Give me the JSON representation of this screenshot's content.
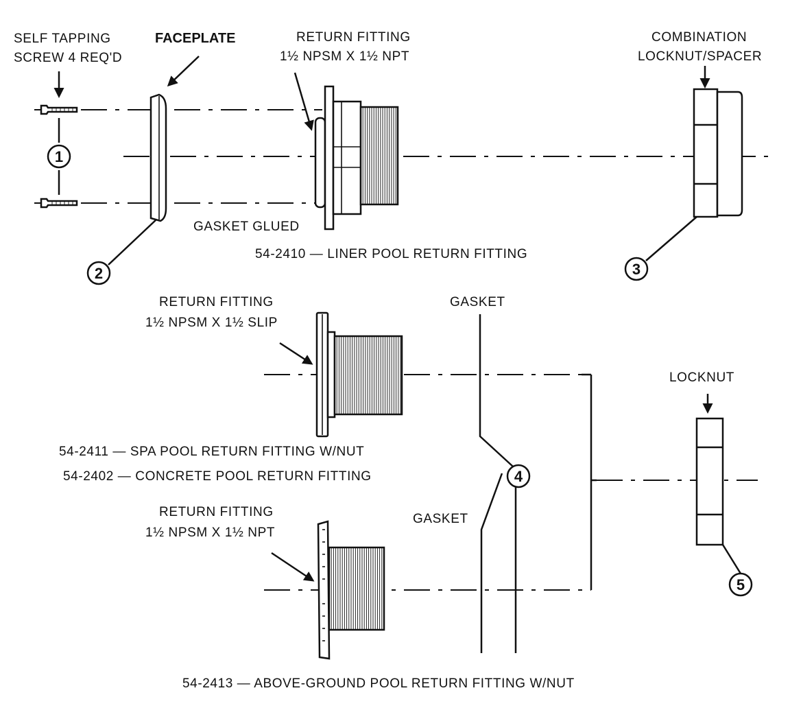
{
  "labels": {
    "self_tapping_1": "SELF TAPPING",
    "self_tapping_2": "SCREW 4 REQ'D",
    "faceplate": "FACEPLATE",
    "return_fitting_top_1": "RETURN FITTING",
    "return_fitting_top_2": "1½ NPSM X 1½ NPT",
    "combination_1": "COMBINATION",
    "combination_2": "LOCKNUT/SPACER",
    "gasket_glued": "GASKET GLUED",
    "caption_2410": "54-2410 — LINER POOL RETURN FITTING",
    "return_fitting_mid_1": "RETURN FITTING",
    "return_fitting_mid_2": "1½ NPSM X 1½ SLIP",
    "gasket_top": "GASKET",
    "locknut": "LOCKNUT",
    "caption_2411": "54-2411 — SPA POOL RETURN FITTING W/NUT",
    "caption_2402": "54-2402 — CONCRETE POOL RETURN FITTING",
    "return_fitting_bot_1": "RETURN FITTING",
    "return_fitting_bot_2": "1½ NPSM X 1½ NPT",
    "gasket_bottom": "GASKET",
    "caption_2413": "54-2413 — ABOVE-GROUND POOL RETURN FITTING W/NUT"
  },
  "callouts": {
    "c1": "1",
    "c2": "2",
    "c3": "3",
    "c4": "4",
    "c5": "5"
  }
}
